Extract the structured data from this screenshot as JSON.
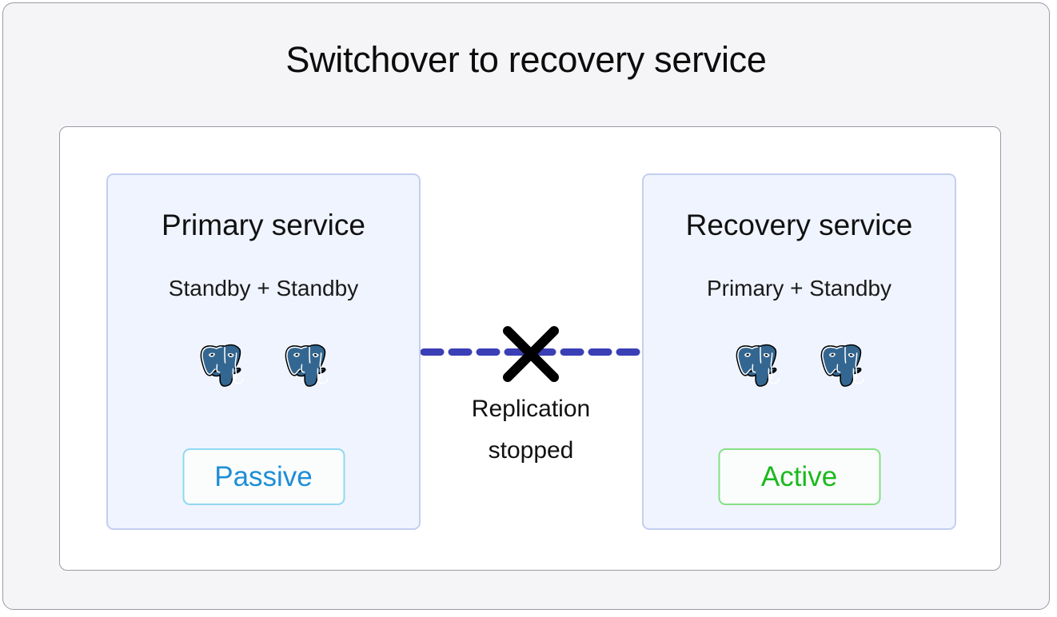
{
  "diagram": {
    "title": "Switchover to recovery service",
    "type": "failover-architecture-diagram",
    "colors": {
      "page_background": "#f5f5f7",
      "panel_background": "#ffffff",
      "card_background": "#f0f4fe",
      "card_border": "#c3cff0",
      "replication_line": "#3a3fb5",
      "x_mark": "#000000",
      "passive_text": "#1e8ed6",
      "passive_border": "#8ed8f3",
      "active_text": "#1db91d",
      "active_border": "#85e085",
      "postgres_blue": "#336791"
    }
  },
  "cards": [
    {
      "id": "primary-service",
      "title": "Primary service",
      "subtitle": "Standby + Standby",
      "node_count": 2,
      "node_icon": "postgresql-elephant-icon",
      "badge": {
        "label": "Passive",
        "state": "passive"
      }
    },
    {
      "id": "recovery-service",
      "title": "Recovery service",
      "subtitle": "Primary + Standby",
      "node_count": 2,
      "node_icon": "postgresql-elephant-icon",
      "badge": {
        "label": "Active",
        "state": "active"
      }
    }
  ],
  "link": {
    "icon": "x-cross-icon",
    "style": "dashed",
    "label_line_1": "Replication",
    "label_line_2": "stopped"
  }
}
